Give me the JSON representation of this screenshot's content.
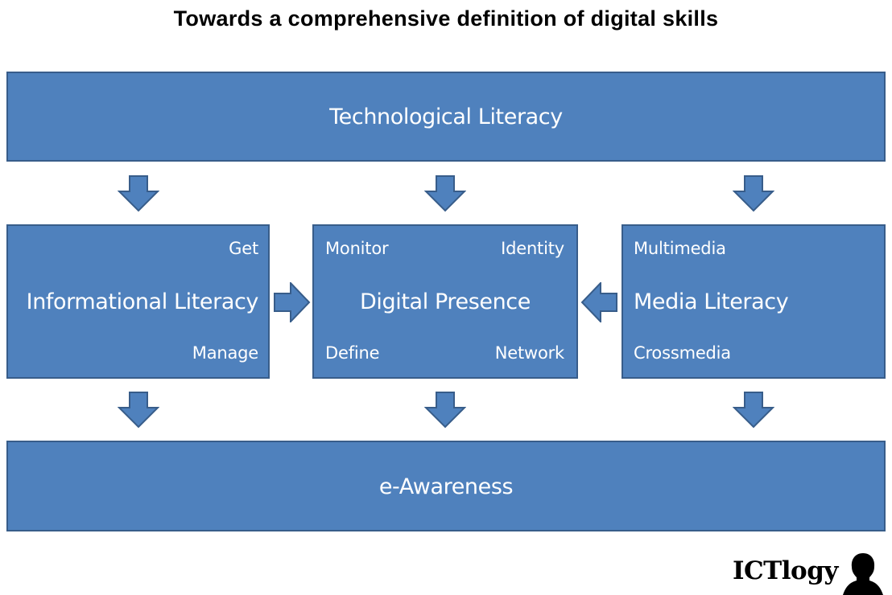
{
  "title": "Towards a comprehensive definition of digital skills",
  "colors": {
    "box_fill": "#4f81bd",
    "box_border": "#385d8a",
    "text": "#ffffff"
  },
  "boxes": {
    "technological": {
      "label": "Technological Literacy"
    },
    "informational": {
      "label": "Informational Literacy",
      "top_right": "Get",
      "bottom_right": "Manage"
    },
    "digital_presence": {
      "label": "Digital Presence",
      "top_left": "Monitor",
      "top_right": "Identity",
      "bottom_left": "Define",
      "bottom_right": "Network"
    },
    "media": {
      "label": "Media Literacy",
      "top_left": "Multimedia",
      "bottom_left": "Crossmedia"
    },
    "e_awareness": {
      "label": "e-Awareness"
    }
  },
  "logo": {
    "text": "ICTlogy",
    "icon": "person-silhouette-icon"
  }
}
